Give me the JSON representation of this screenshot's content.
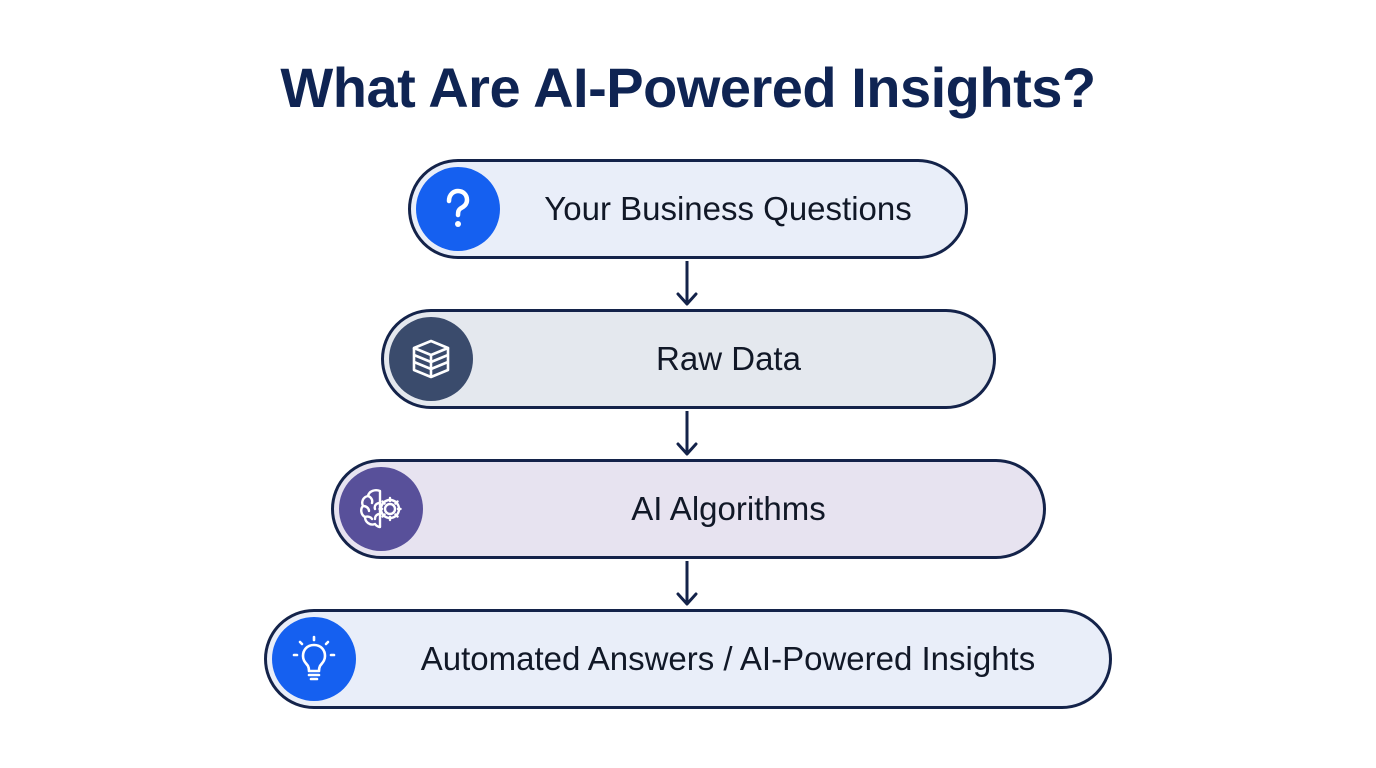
{
  "title": "What Are AI-Powered Insights?",
  "steps": [
    {
      "label": "Your Business Questions",
      "icon": "question-mark-icon",
      "color": "#1560f0"
    },
    {
      "label": "Raw Data",
      "icon": "database-layers-icon",
      "color": "#3a4b6c"
    },
    {
      "label": "AI Algorithms",
      "icon": "brain-gear-icon",
      "color": "#58509a"
    },
    {
      "label": "Automated Answers / AI-Powered Insights",
      "icon": "lightbulb-icon",
      "color": "#1560f0"
    }
  ],
  "colors": {
    "title": "#0f2453",
    "border": "#14234a",
    "arrow": "#14234a"
  }
}
